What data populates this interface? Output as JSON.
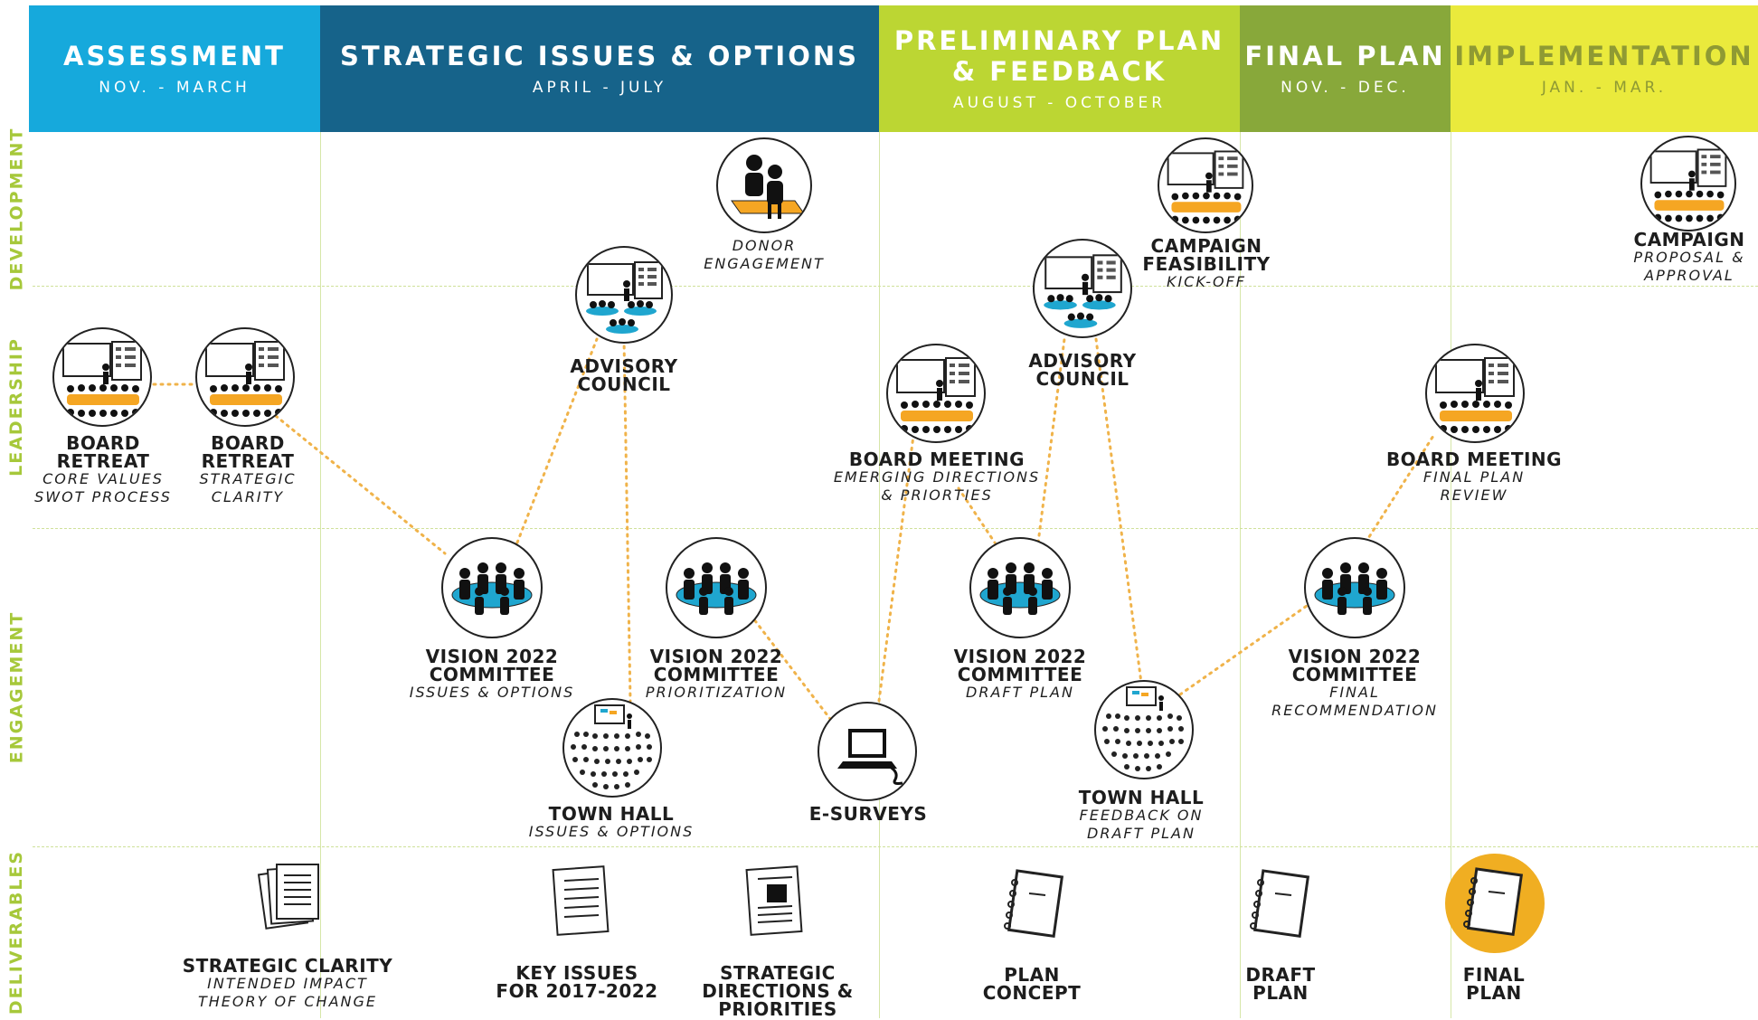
{
  "phases": [
    {
      "title": "ASSESSMENT",
      "dates": "NOV. - MARCH",
      "bg": "#16a9dc",
      "text": "#ffffff",
      "date_color": "#ffffff"
    },
    {
      "title": "STRATEGIC ISSUES & OPTIONS",
      "dates": "APRIL - JULY",
      "bg": "#16638a",
      "text": "#ffffff",
      "date_color": "#ffffff"
    },
    {
      "title_line1": "PRELIMINARY PLAN",
      "title_line2": "& FEEDBACK",
      "dates": "AUGUST - OCTOBER",
      "bg": "#bcd633",
      "text": "#ffffff",
      "date_color": "#ffffff"
    },
    {
      "title": "FINAL PLAN",
      "dates": "NOV. - DEC.",
      "bg": "#88a83a",
      "text": "#ffffff",
      "date_color": "#ffffff"
    },
    {
      "title": "IMPLEMENTATION",
      "dates": "JAN. - MAR.",
      "bg": "#eaea3c",
      "text": "#8f9a33",
      "date_color": "#8f9a33"
    }
  ],
  "rows": [
    "DEVELOPMENT",
    "LEADERSHIP",
    "ENGAGEMENT",
    "DELIVERABLES"
  ],
  "colors": {
    "accent_orange": "#f5a623",
    "accent_blue": "#1fa6cf",
    "link": "#f0b34a",
    "row_label": "#a6c83a"
  },
  "events": {
    "donor": {
      "title": "",
      "sub1": "DONOR",
      "sub2": "ENGAGEMENT",
      "icon": "meeting-icon"
    },
    "advisory1": {
      "title1": "ADVISORY",
      "title2": "COUNCIL",
      "icon": "council-presentation-icon"
    },
    "board_retreat1": {
      "title1": "BOARD",
      "title2": "RETREAT",
      "sub1": "CORE VALUES",
      "sub2": "SWOT PROCESS",
      "icon": "board-presentation-icon"
    },
    "board_retreat2": {
      "title1": "BOARD",
      "title2": "RETREAT",
      "sub1": "STRATEGIC",
      "sub2": "CLARITY",
      "icon": "board-presentation-icon"
    },
    "vision1": {
      "title1": "VISION 2022",
      "title2": "COMMITTEE",
      "sub1": "ISSUES & OPTIONS",
      "icon": "committee-icon"
    },
    "vision2": {
      "title1": "VISION 2022",
      "title2": "COMMITTEE",
      "sub1": "PRIORITIZATION",
      "icon": "committee-icon"
    },
    "townhall1": {
      "title1": "TOWN HALL",
      "sub1": "ISSUES & OPTIONS",
      "icon": "town-hall-icon"
    },
    "esurveys": {
      "title1": "E-SURVEYS",
      "icon": "laptop-icon"
    },
    "board_meeting1": {
      "title1": "BOARD MEETING",
      "sub1": "EMERGING DIRECTIONS",
      "sub2": "& PRIORTIES",
      "icon": "board-presentation-icon"
    },
    "advisory2": {
      "title1": "ADVISORY",
      "title2": "COUNCIL",
      "icon": "council-presentation-icon"
    },
    "campaign1": {
      "title1": "CAMPAIGN",
      "title2": "FEASIBILITY",
      "sub1": "KICK-OFF",
      "icon": "board-presentation-icon"
    },
    "vision3": {
      "title1": "VISION 2022",
      "title2": "COMMITTEE",
      "sub1": "DRAFT PLAN",
      "icon": "committee-icon"
    },
    "townhall2": {
      "title1": "TOWN HALL",
      "sub1": "FEEDBACK ON",
      "sub2": "DRAFT PLAN",
      "icon": "town-hall-icon"
    },
    "vision4": {
      "title1": "VISION 2022",
      "title2": "COMMITTEE",
      "sub1": "FINAL",
      "sub2": "RECOMMENDATION",
      "icon": "committee-icon"
    },
    "board_meeting2": {
      "title1": "BOARD MEETING",
      "sub1": "FINAL PLAN",
      "sub2": "REVIEW",
      "icon": "board-presentation-icon"
    },
    "campaign2": {
      "title1": "CAMPAIGN",
      "sub1": "PROPOSAL &",
      "sub2": "APPROVAL",
      "icon": "board-presentation-icon"
    }
  },
  "deliverables": {
    "strategic_clarity": {
      "title1": "STRATEGIC CLARITY",
      "sub1": "INTENDED IMPACT",
      "sub2": "THEORY OF CHANGE",
      "icon": "document-stack-icon"
    },
    "key_issues": {
      "title1": "KEY ISSUES",
      "title2": "FOR 2017-2022",
      "icon": "document-icon"
    },
    "strategic_directions": {
      "title1": "STRATEGIC",
      "title2": "DIRECTIONS &",
      "title3": "PRIORITIES",
      "icon": "report-icon"
    },
    "plan_concept": {
      "title1": "PLAN",
      "title2": "CONCEPT",
      "icon": "notebook-icon"
    },
    "draft_plan": {
      "title1": "DRAFT",
      "title2": "PLAN",
      "icon": "notebook-icon"
    },
    "final_plan": {
      "title1": "FINAL",
      "title2": "PLAN",
      "icon": "notebook-highlight-icon"
    }
  }
}
